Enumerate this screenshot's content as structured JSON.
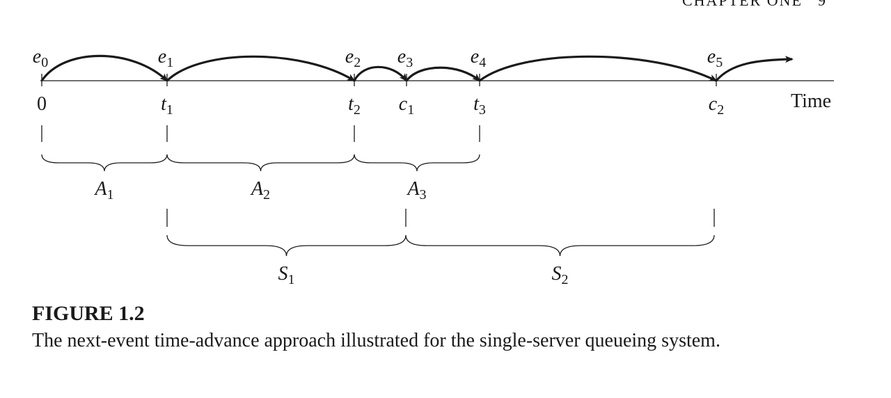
{
  "header": {
    "running_head": "CHAPTER ONE",
    "page_number": "9"
  },
  "timeline": {
    "axis_label": "Time",
    "ticks": [
      {
        "name": "0",
        "base": "0",
        "sub": ""
      },
      {
        "name": "t1",
        "base": "t",
        "sub": "1"
      },
      {
        "name": "t2",
        "base": "t",
        "sub": "2"
      },
      {
        "name": "c1",
        "base": "c",
        "sub": "1"
      },
      {
        "name": "t3",
        "base": "t",
        "sub": "3"
      },
      {
        "name": "c2",
        "base": "c",
        "sub": "2"
      }
    ],
    "events": [
      {
        "name": "e0",
        "base": "e",
        "sub": "0"
      },
      {
        "name": "e1",
        "base": "e",
        "sub": "1"
      },
      {
        "name": "e2",
        "base": "e",
        "sub": "2"
      },
      {
        "name": "e3",
        "base": "e",
        "sub": "3"
      },
      {
        "name": "e4",
        "base": "e",
        "sub": "4"
      },
      {
        "name": "e5",
        "base": "e",
        "sub": "5"
      }
    ],
    "interarrivals": [
      {
        "name": "A1",
        "base": "A",
        "sub": "1"
      },
      {
        "name": "A2",
        "base": "A",
        "sub": "2"
      },
      {
        "name": "A3",
        "base": "A",
        "sub": "3"
      }
    ],
    "services": [
      {
        "name": "S1",
        "base": "S",
        "sub": "1"
      },
      {
        "name": "S2",
        "base": "S",
        "sub": "2"
      }
    ]
  },
  "figure": {
    "title": "FIGURE 1.2",
    "caption": "The next-event time-advance approach illustrated for the single-server queueing system."
  }
}
